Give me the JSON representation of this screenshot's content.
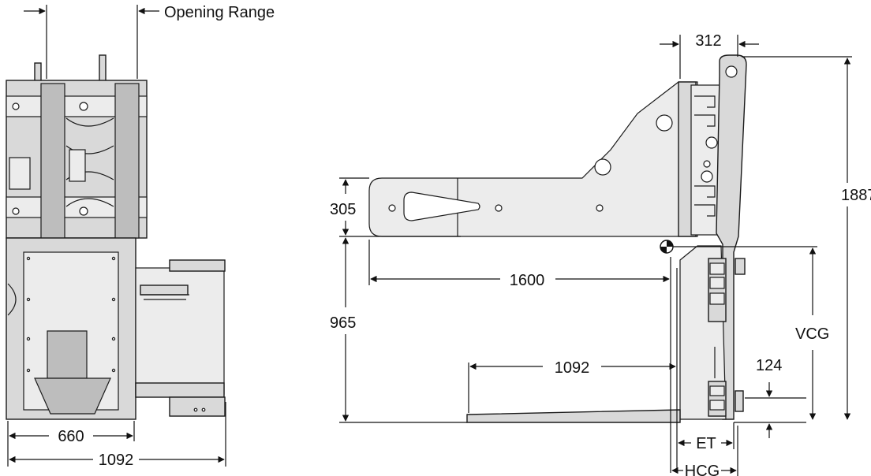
{
  "labels": {
    "opening_range": "Opening Range",
    "front_660": "660",
    "front_1092": "1092",
    "side_312": "312",
    "side_1887": "1887",
    "side_305": "305",
    "side_1600": "1600",
    "side_965": "965",
    "side_vcg": "VCG",
    "side_124": "124",
    "side_1092": "1092",
    "side_et": "ET",
    "side_hcg": "HCG"
  },
  "colors": {
    "metal_fill": "#d9d9d9",
    "line": "#1a1a1a",
    "background": "#ffffff"
  }
}
